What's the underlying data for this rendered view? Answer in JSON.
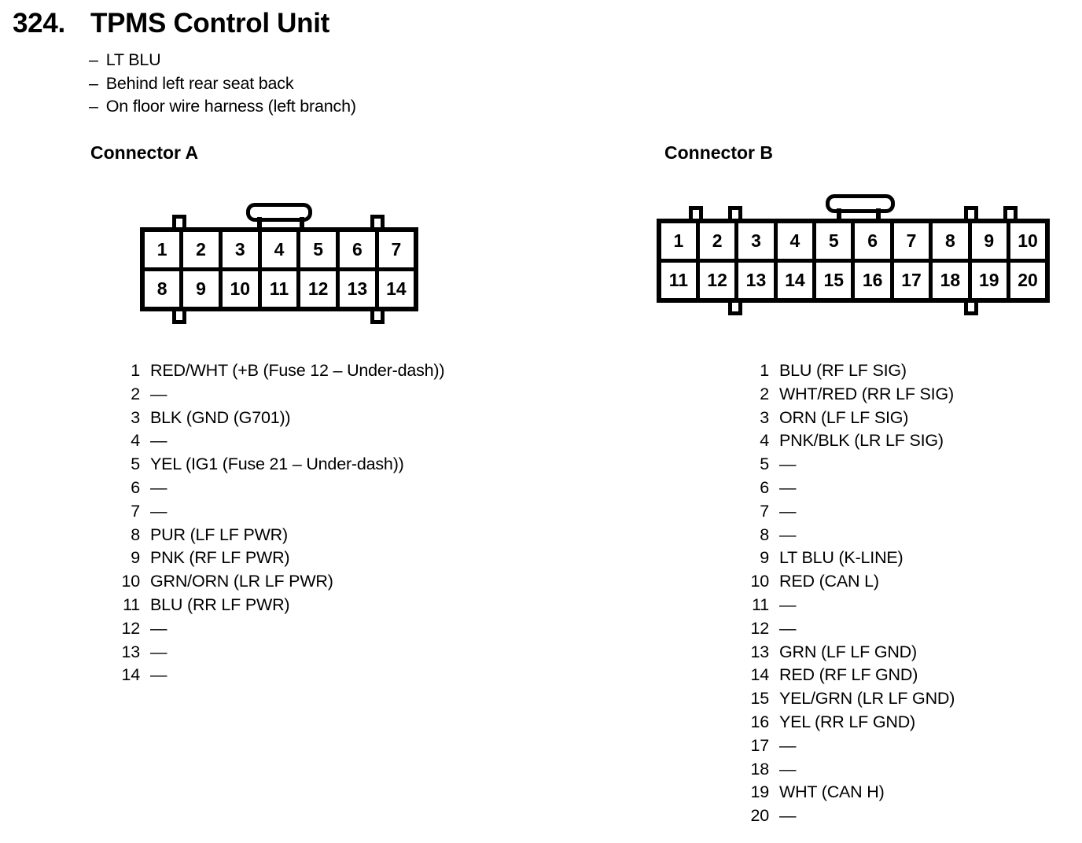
{
  "page": {
    "title_number": "324.",
    "title_text": "TPMS Control Unit",
    "note_prefix": "–",
    "notes": [
      "LT BLU",
      "Behind left rear seat back",
      "On floor wire harness (left branch)"
    ]
  },
  "connectors": [
    {
      "id": "A",
      "heading": "Connector A",
      "rows": [
        [
          "1",
          "2",
          "3",
          "4",
          "5",
          "6",
          "7"
        ],
        [
          "8",
          "9",
          "10",
          "11",
          "12",
          "13",
          "14"
        ]
      ],
      "pins": [
        {
          "num": "1",
          "label": "RED/WHT (+B (Fuse 12 – Under-dash))"
        },
        {
          "num": "2",
          "label": "—"
        },
        {
          "num": "3",
          "label": "BLK (GND (G701))"
        },
        {
          "num": "4",
          "label": "—"
        },
        {
          "num": "5",
          "label": "YEL (IG1 (Fuse 21 – Under-dash))"
        },
        {
          "num": "6",
          "label": "—"
        },
        {
          "num": "7",
          "label": "—"
        },
        {
          "num": "8",
          "label": "PUR (LF LF PWR)"
        },
        {
          "num": "9",
          "label": "PNK (RF LF PWR)"
        },
        {
          "num": "10",
          "label": "GRN/ORN (LR LF PWR)"
        },
        {
          "num": "11",
          "label": "BLU (RR LF PWR)"
        },
        {
          "num": "12",
          "label": "—"
        },
        {
          "num": "13",
          "label": "—"
        },
        {
          "num": "14",
          "label": "—"
        }
      ]
    },
    {
      "id": "B",
      "heading": "Connector B",
      "rows": [
        [
          "1",
          "2",
          "3",
          "4",
          "5",
          "6",
          "7",
          "8",
          "9",
          "10"
        ],
        [
          "11",
          "12",
          "13",
          "14",
          "15",
          "16",
          "17",
          "18",
          "19",
          "20"
        ]
      ],
      "pins": [
        {
          "num": "1",
          "label": "BLU (RF LF SIG)"
        },
        {
          "num": "2",
          "label": "WHT/RED (RR LF SIG)"
        },
        {
          "num": "3",
          "label": "ORN (LF LF SIG)"
        },
        {
          "num": "4",
          "label": "PNK/BLK (LR LF SIG)"
        },
        {
          "num": "5",
          "label": "—"
        },
        {
          "num": "6",
          "label": "—"
        },
        {
          "num": "7",
          "label": "—"
        },
        {
          "num": "8",
          "label": "—"
        },
        {
          "num": "9",
          "label": "LT BLU (K-LINE)"
        },
        {
          "num": "10",
          "label": "RED (CAN L)"
        },
        {
          "num": "11",
          "label": "—"
        },
        {
          "num": "12",
          "label": "—"
        },
        {
          "num": "13",
          "label": "GRN (LF LF GND)"
        },
        {
          "num": "14",
          "label": "RED (RF LF GND)"
        },
        {
          "num": "15",
          "label": "YEL/GRN (LR LF GND)"
        },
        {
          "num": "16",
          "label": "YEL (RR LF GND)"
        },
        {
          "num": "17",
          "label": "—"
        },
        {
          "num": "18",
          "label": "—"
        },
        {
          "num": "19",
          "label": "WHT (CAN H)"
        },
        {
          "num": "20",
          "label": "—"
        }
      ]
    }
  ]
}
